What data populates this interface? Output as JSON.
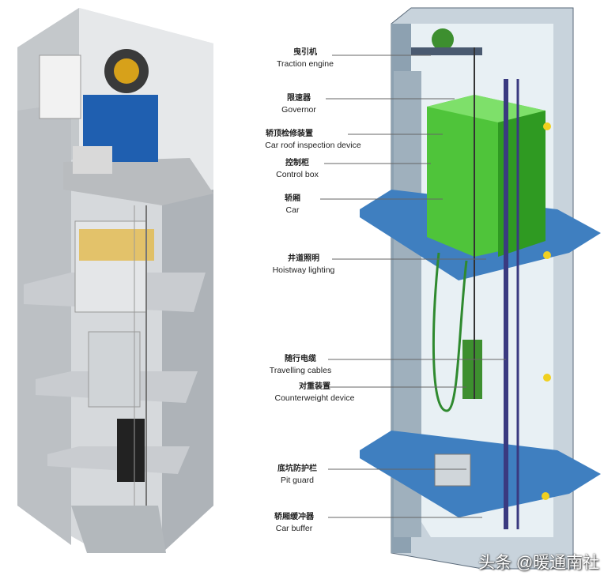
{
  "labels": [
    {
      "zh": "曳引机",
      "en": "Traction engine"
    },
    {
      "zh": "限速器",
      "en": "Governor"
    },
    {
      "zh": "轿顶检修装置",
      "en": "Car roof inspection device"
    },
    {
      "zh": "控制柜",
      "en": "Control box"
    },
    {
      "zh": "轿厢",
      "en": "Car"
    },
    {
      "zh": "井道照明",
      "en": "Hoistway lighting"
    },
    {
      "zh": "随行电缆",
      "en": "Travelling cables"
    },
    {
      "zh": "对重装置",
      "en": "Counterweight device"
    },
    {
      "zh": "底坑防护栏",
      "en": "Pit guard"
    },
    {
      "zh": "轿厢缓冲器",
      "en": "Car buffer"
    }
  ],
  "watermark": "头条 @暖通南社",
  "colors": {
    "car": "#4fc43a",
    "floor_slab": "#3f7fc0",
    "shaft": "#c8d3dc",
    "machine": "#1f5fb0"
  }
}
